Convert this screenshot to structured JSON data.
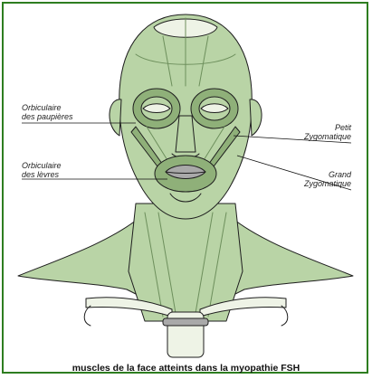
{
  "labels": {
    "orbicularis_eye_line1": "Orbiculaire",
    "orbicularis_eye_line2": "des paupières",
    "orbicularis_mouth_line1": "Orbiculaire",
    "orbicularis_mouth_line2": "des  lèvres",
    "petit_line1": "Petit",
    "petit_line2": "Zygomatique",
    "grand_line1": "Grand",
    "grand_line2": "Zygomatique"
  },
  "caption": "muscles de la face atteints dans la myopathie FSH",
  "colors": {
    "frame": "#2e7d20",
    "muscle_fill": "#b9d4a6",
    "muscle_dark": "#8fb079",
    "outline": "#1e1e1e",
    "bone": "#eef3e6",
    "grey_cartilage": "#a9a9a9"
  }
}
